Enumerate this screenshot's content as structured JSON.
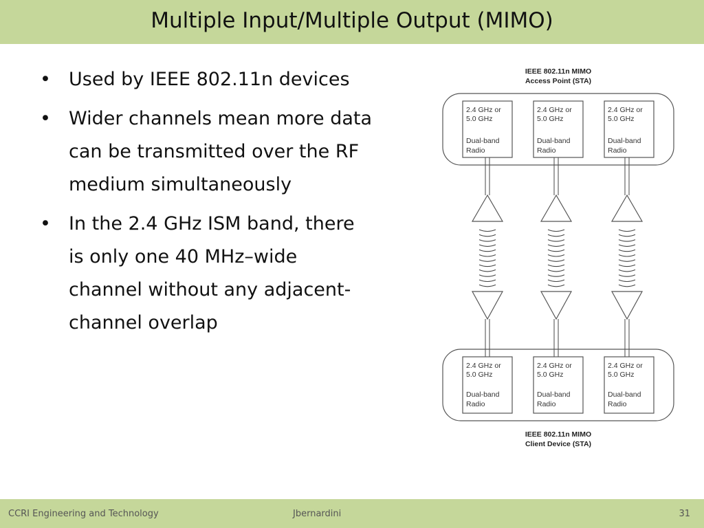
{
  "slide": {
    "title": "Multiple Input/Multiple Output (MIMO)",
    "bullets": [
      "Used by IEEE 802.11n devices",
      "Wider channels mean more data can be transmitted over the RF medium simultaneously",
      "In the 2.4 GHz ISM band, there is only one 40 MHz–wide channel without any adjacent-channel overlap"
    ],
    "bullet_lines": [
      [
        "Used by IEEE 802.11n devices"
      ],
      [
        "Wider channels mean more data",
        "can be transmitted over the RF",
        "medium simultaneously"
      ],
      [
        "In the 2.4 GHz ISM band, there",
        "is only one 40 MHz–wide",
        "channel without any adjacent-",
        "channel overlap"
      ]
    ]
  },
  "diagram": {
    "ap_label_line1": "IEEE 802.11n MIMO",
    "ap_label_line2": "Access Point (STA)",
    "client_label_line1": "IEEE 802.11n MIMO",
    "client_label_line2": "Client Device (STA)",
    "radio_freq_line1": "2.4 GHz or",
    "radio_freq_line2": "5.0 GHz",
    "radio_type_line1": "Dual-band",
    "radio_type_line2": "Radio"
  },
  "footer": {
    "left": "CCRI  Engineering and Technology",
    "center": "Jbernardini",
    "page_number": "31"
  },
  "colors": {
    "bar_green": "#c5d79a",
    "text": "#111111",
    "diagram_stroke": "#444444"
  }
}
